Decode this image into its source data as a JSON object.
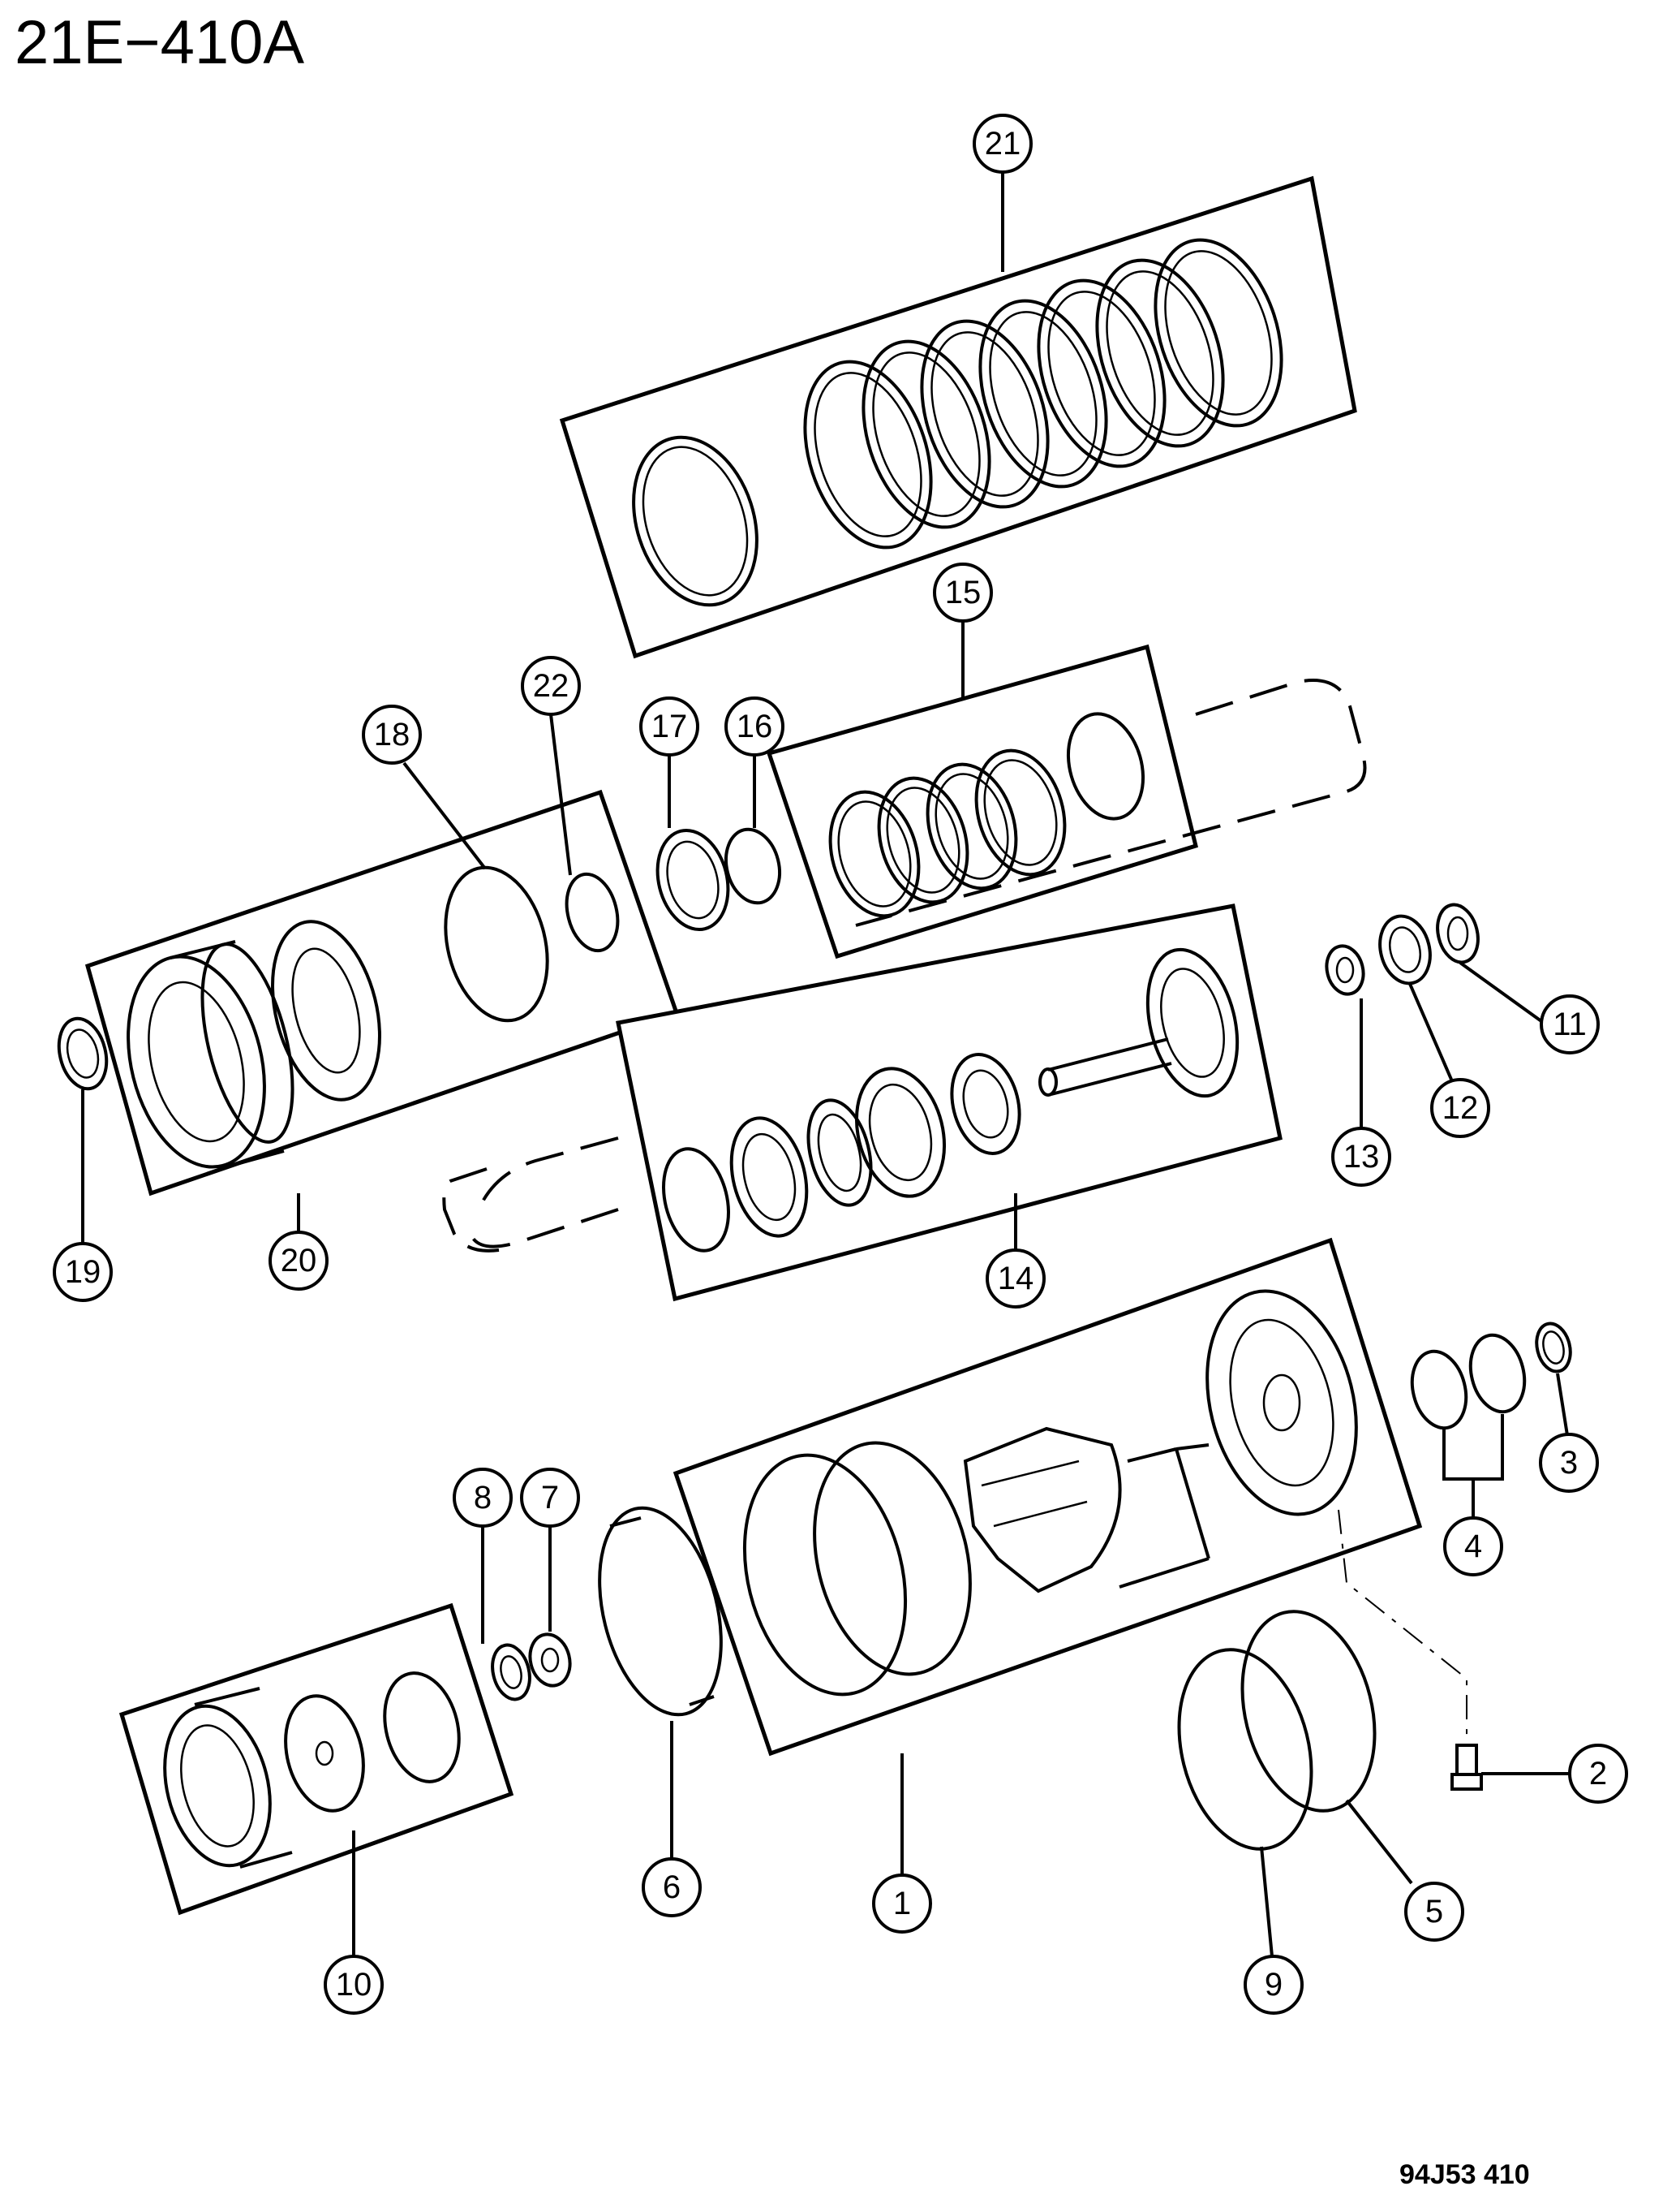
{
  "diagram": {
    "title": "21E−410A",
    "drawing_code": "94J53 410"
  },
  "callouts": [
    {
      "id": "c1",
      "label": "1"
    },
    {
      "id": "c2",
      "label": "2"
    },
    {
      "id": "c3",
      "label": "3"
    },
    {
      "id": "c4",
      "label": "4"
    },
    {
      "id": "c5",
      "label": "5"
    },
    {
      "id": "c6",
      "label": "6"
    },
    {
      "id": "c7",
      "label": "7"
    },
    {
      "id": "c8",
      "label": "8"
    },
    {
      "id": "c9",
      "label": "9"
    },
    {
      "id": "c10",
      "label": "10"
    },
    {
      "id": "c11",
      "label": "11"
    },
    {
      "id": "c12",
      "label": "12"
    },
    {
      "id": "c13",
      "label": "13"
    },
    {
      "id": "c14",
      "label": "14"
    },
    {
      "id": "c15",
      "label": "15"
    },
    {
      "id": "c16",
      "label": "16"
    },
    {
      "id": "c17",
      "label": "17"
    },
    {
      "id": "c18",
      "label": "18"
    },
    {
      "id": "c19",
      "label": "19"
    },
    {
      "id": "c20",
      "label": "20"
    },
    {
      "id": "c21",
      "label": "21"
    },
    {
      "id": "c22",
      "label": "22"
    }
  ]
}
